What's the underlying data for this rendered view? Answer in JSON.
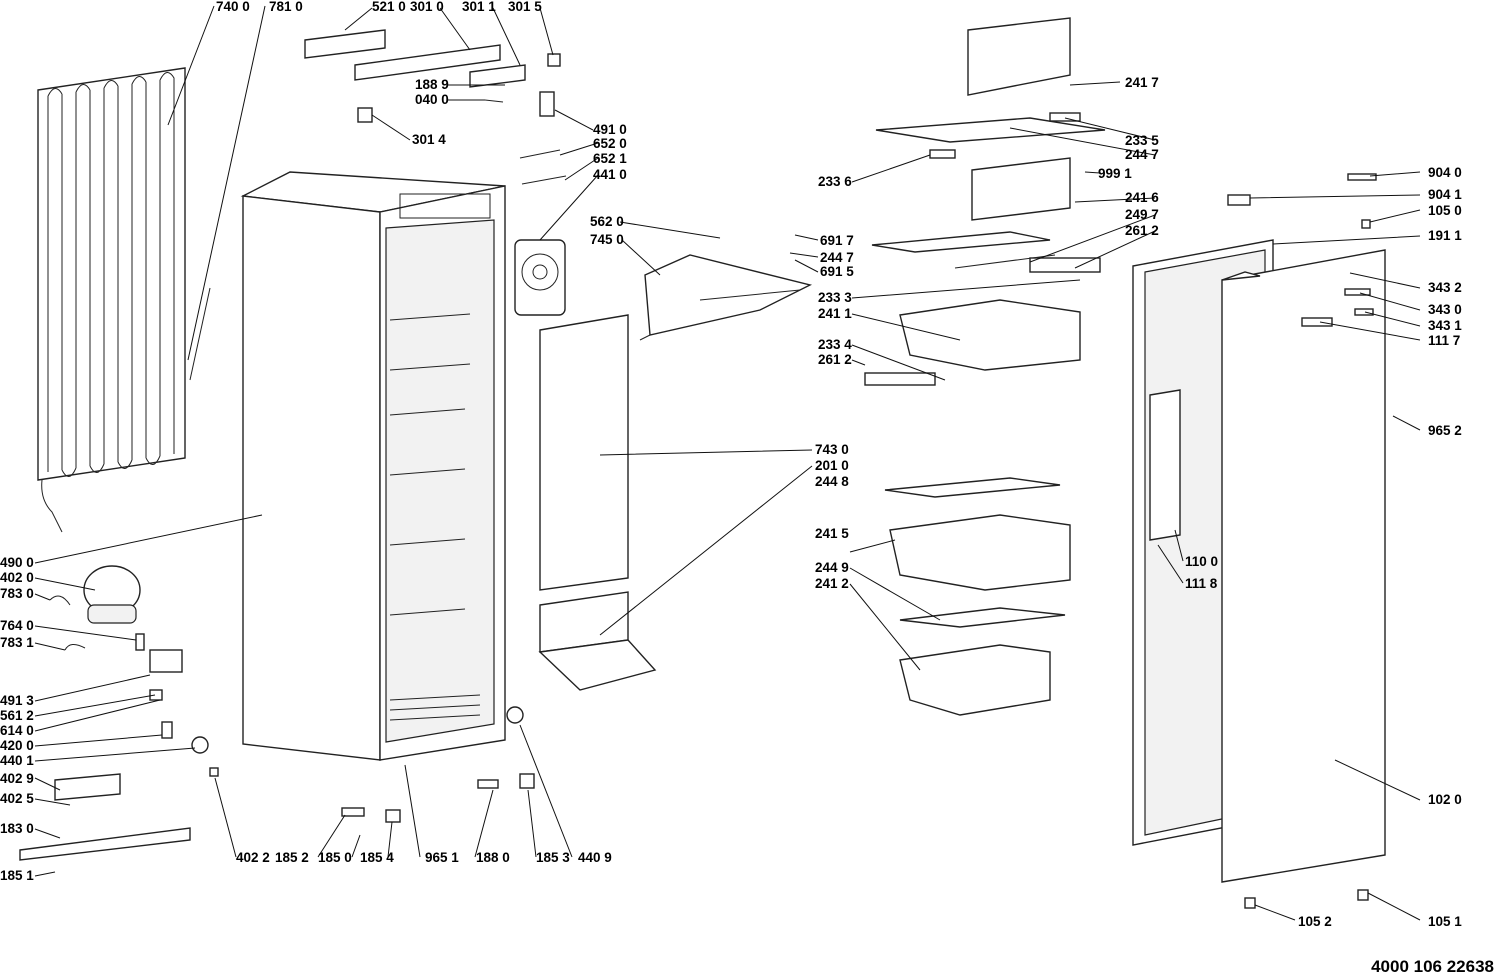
{
  "document": {
    "number": "4000 106 22638"
  },
  "labels": [
    "740 0",
    "781 0",
    "521 0",
    "301 0",
    "301 1",
    "301 5",
    "188 9",
    "040 0",
    "301 4",
    "491 0",
    "652 0",
    "652 1",
    "441 0",
    "562 0",
    "745 0",
    "691 7",
    "244 7",
    "691 5",
    "743 0",
    "201 0",
    "244 8",
    "241 5",
    "244 9",
    "241 2",
    "241 7",
    "233 5",
    "244 7",
    "233 6",
    "999 1",
    "241 6",
    "249 7",
    "261 2",
    "233 3",
    "241 1",
    "233 4",
    "261 2",
    "904 0",
    "904 1",
    "105 0",
    "191 1",
    "343 2",
    "343 0",
    "343 1",
    "111 7",
    "965 2",
    "110 0",
    "111 8",
    "102 0",
    "105 2",
    "105 1",
    "490 0",
    "402 0",
    "783 0",
    "764 0",
    "783 1",
    "491 3",
    "561 2",
    "614 0",
    "420 0",
    "440 1",
    "402 9",
    "402 5",
    "183 0",
    "185 1",
    "402 2",
    "185 2",
    "185 0",
    "185 4",
    "965 1",
    "188 0",
    "185 3",
    "440 9"
  ]
}
